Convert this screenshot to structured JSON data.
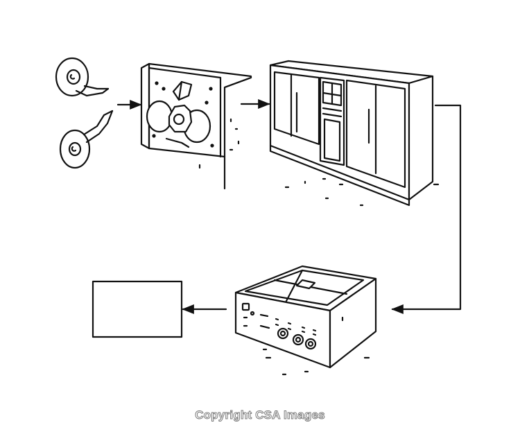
{
  "credit": "Copyright CSA Images",
  "components": [
    {
      "id": "tape-reels",
      "icon": "tape-reel-icon"
    },
    {
      "id": "tape-reader",
      "icon": "tape-reader-icon"
    },
    {
      "id": "computer-cabinet",
      "icon": "computer-cabinet-icon"
    },
    {
      "id": "control-console",
      "icon": "control-console-icon"
    },
    {
      "id": "output-display",
      "icon": "blank-rectangle-icon"
    }
  ],
  "connections": [
    {
      "from": "tape-reels",
      "to": "tape-reader"
    },
    {
      "from": "tape-reader",
      "to": "computer-cabinet"
    },
    {
      "from": "computer-cabinet",
      "to": "control-console"
    },
    {
      "from": "control-console",
      "to": "output-display"
    }
  ],
  "colors": {
    "ink": "#111111",
    "background": "#ffffff",
    "credit": "#7a7a7a"
  }
}
